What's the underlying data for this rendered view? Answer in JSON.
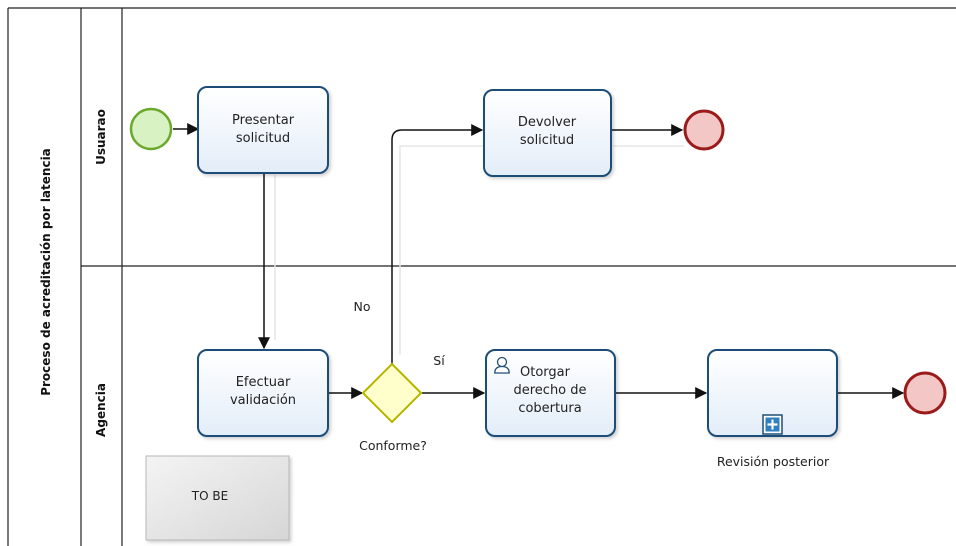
{
  "pool": {
    "title": "Proceso de acreditación por latencia"
  },
  "lanes": [
    {
      "label": "Usuarao"
    },
    {
      "label": "Agencia"
    }
  ],
  "tasks": {
    "presentar": [
      "Presentar",
      "solicitud"
    ],
    "devolver": [
      "Devolver",
      "solicitud"
    ],
    "efectuar": [
      "Efectuar",
      "validación"
    ],
    "otorgar": [
      "Otorgar",
      "derecho de",
      "cobertura"
    ]
  },
  "subprocess": {
    "label": "Revisión posterior"
  },
  "gateway": {
    "label": "Conforme?"
  },
  "flows": {
    "no": "No",
    "si": "Sí"
  },
  "note": {
    "text": "TO BE"
  },
  "colors": {
    "task_fill": "#eaf2fb",
    "task_stroke": "#1f4e79",
    "start_fill": "#d9f2c4",
    "start_stroke": "#6aaa2a",
    "end_fill": "#f4c7c7",
    "end_stroke": "#9b1b1b",
    "gateway_fill": "#ffffcc",
    "gateway_stroke": "#b5b500",
    "line": "#111111"
  },
  "icons": {
    "user_task": "user-icon",
    "subprocess_marker": "plus-square-icon"
  }
}
